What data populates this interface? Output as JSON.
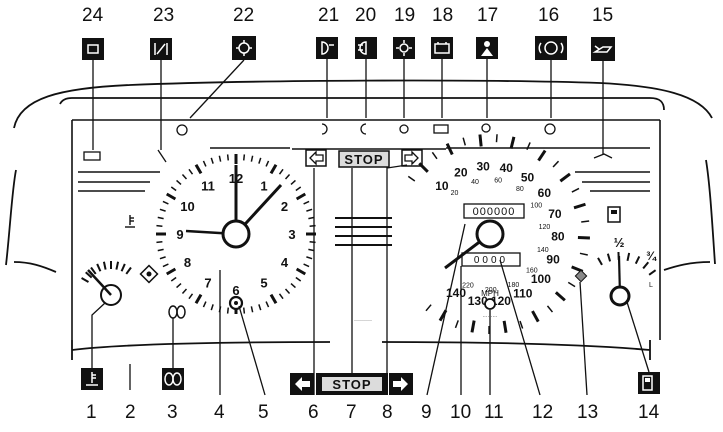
{
  "callouts": {
    "top": [
      "24",
      "23",
      "22",
      "21",
      "20",
      "19",
      "18",
      "17",
      "16",
      "15"
    ],
    "bottom": [
      "1",
      "2",
      "3",
      "4",
      "5",
      "6",
      "7",
      "8",
      "9",
      "10",
      "11",
      "12",
      "13",
      "14"
    ]
  },
  "clock": {
    "numerals": [
      "12",
      "1",
      "2",
      "3",
      "4",
      "5",
      "6",
      "7",
      "8",
      "9",
      "10",
      "11"
    ]
  },
  "speedometer": {
    "mph": [
      "10",
      "20",
      "30",
      "40",
      "50",
      "60",
      "70",
      "80",
      "90",
      "100",
      "110",
      "120",
      "130",
      "140"
    ],
    "kmh": [
      "20",
      "40",
      "60",
      "80",
      "100",
      "120",
      "140",
      "160",
      "180",
      "200",
      "220"
    ],
    "odometer": "000000",
    "trip": "0000",
    "mph_unit": "MPH"
  },
  "fuel": {
    "half": "½",
    "three_quarter": "¾"
  },
  "stop_label": "STOP"
}
